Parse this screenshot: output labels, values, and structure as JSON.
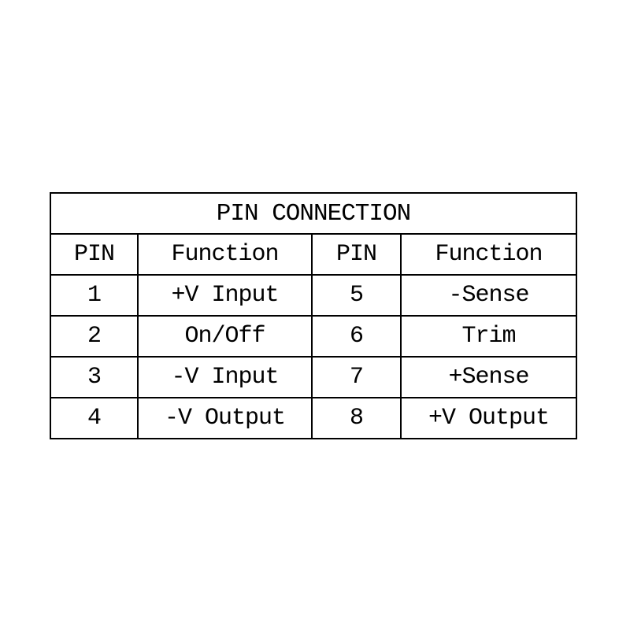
{
  "page": {
    "background_color": "#ffffff",
    "text_color": "#000000",
    "border_color": "#000000"
  },
  "table": {
    "title": "PIN CONNECTION",
    "headers": [
      "PIN",
      "Function",
      "PIN",
      "Function"
    ],
    "rows": [
      [
        "1",
        "+V Input",
        "5",
        "-Sense"
      ],
      [
        "2",
        "On/Off",
        "6",
        "Trim"
      ],
      [
        "3",
        "-V Input",
        "7",
        "+Sense"
      ],
      [
        "4",
        "-V Output",
        "8",
        "+V Output"
      ]
    ]
  }
}
